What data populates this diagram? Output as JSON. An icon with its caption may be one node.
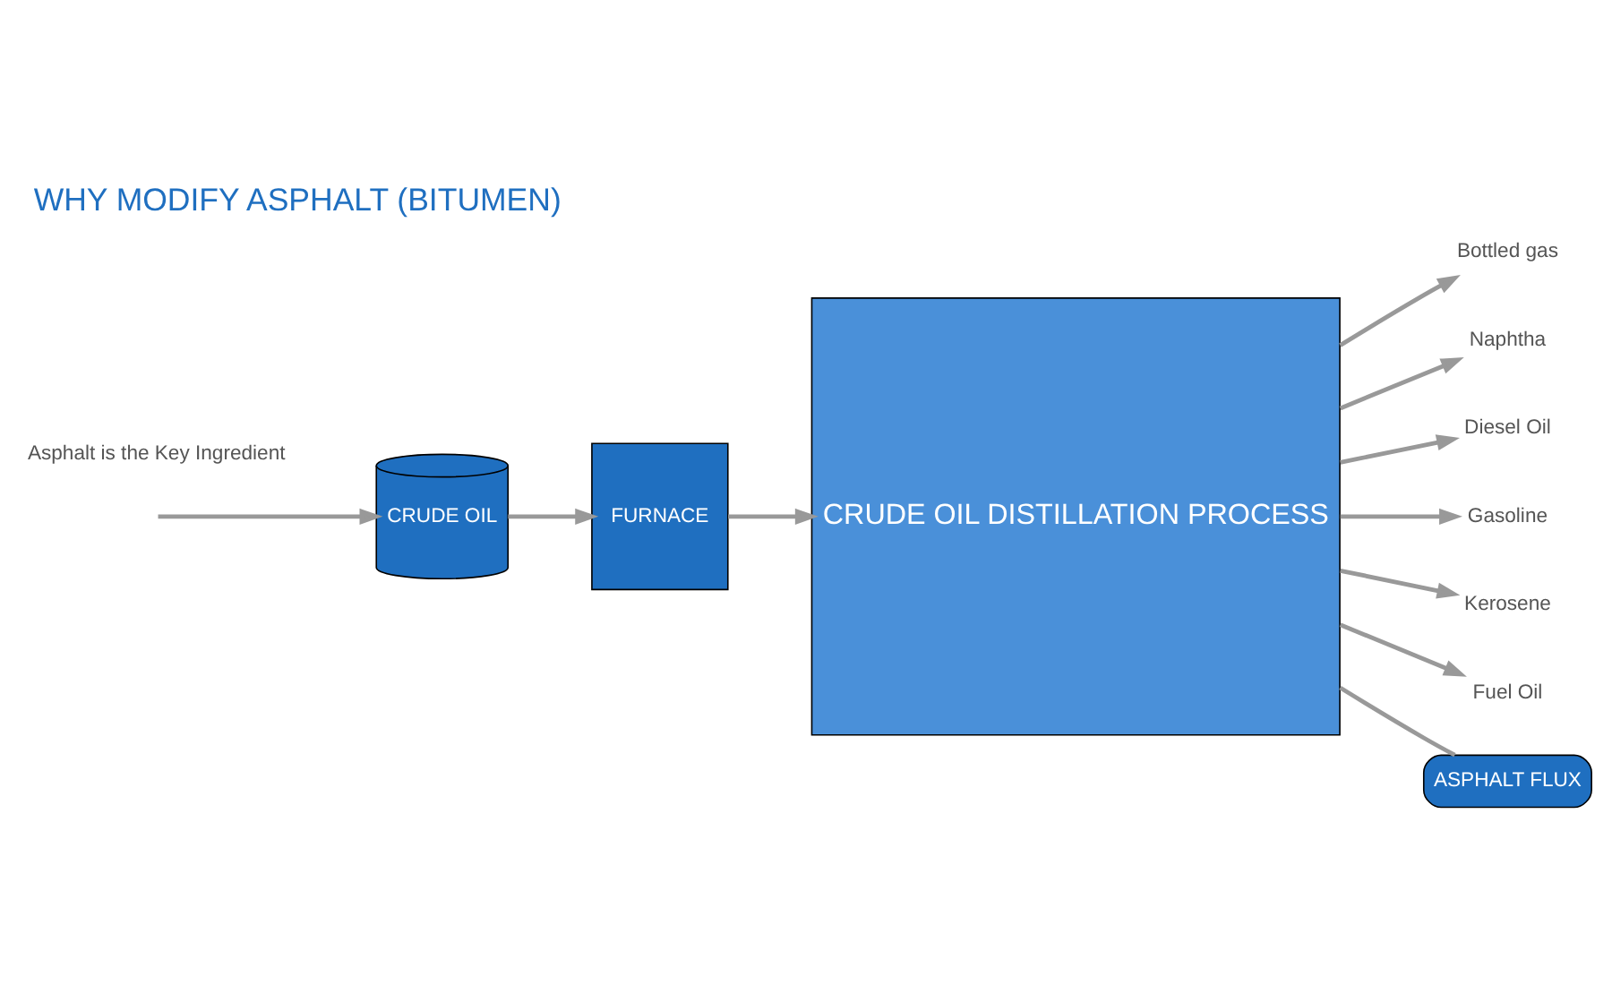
{
  "diagram": {
    "title": "WHY MODIFY ASPHALT (BITUMEN)",
    "nodes": [
      {
        "text": [
          "CRUDE OIL"
        ]
      },
      {
        "text": [
          "FURNACE"
        ]
      },
      {
        "text": [
          "CRUDE OIL DISTILLATION PROCESS"
        ]
      },
      {
        "text": [
          "Bottled gas"
        ]
      },
      {
        "text": [
          "Naphtha"
        ]
      },
      {
        "text": [
          "Diesel Oil"
        ]
      },
      {
        "text": [
          "Gasoline"
        ]
      },
      {
        "text": [
          "Kerosene"
        ]
      },
      {
        "text": [
          "Fuel Oil"
        ]
      },
      {
        "text": [
          "ASPHALT FLUX"
        ]
      }
    ],
    "edges": [
      {
        "from": null,
        "to": 0,
        "arrow": "to"
      },
      {
        "from": 0,
        "to": 1,
        "arrow": "to"
      },
      {
        "from": 1,
        "to": 2,
        "arrow": "to"
      },
      {
        "from": 2,
        "to": 3,
        "arrow": "to"
      },
      {
        "from": 2,
        "to": 4,
        "arrow": "to"
      },
      {
        "from": 2,
        "to": 5,
        "arrow": "to"
      },
      {
        "from": 2,
        "to": 6,
        "arrow": "to"
      },
      {
        "from": 2,
        "to": 7,
        "arrow": "to"
      },
      {
        "from": 2,
        "to": 8,
        "arrow": "to"
      },
      {
        "from": 2,
        "to": 9,
        "arrow": "none"
      }
    ],
    "labels": [
      "Asphalt is the Key Ingredient"
    ]
  }
}
